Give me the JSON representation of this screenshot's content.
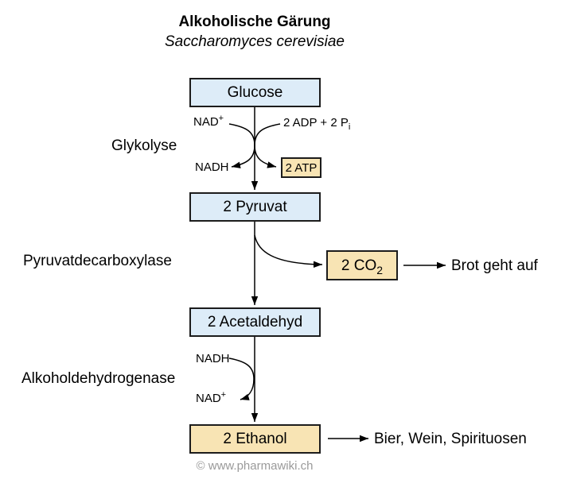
{
  "title": "Alkoholische Gärung",
  "subtitle": "Saccharomyces cerevisiae",
  "enzymes": {
    "glykolyse": "Glykolyse",
    "pyruvatdecarboxylase": "Pyruvatdecarboxylase",
    "alkoholdehydrogenase": "Alkoholdehydrogenase"
  },
  "nodes": {
    "glucose": "Glucose",
    "pyruvat": "2 Pyruvat",
    "acetaldehyd": "2 Acetaldehyd",
    "ethanol": "2 Ethanol",
    "atp": "2 ATP",
    "co2_base": "2 CO",
    "co2_sub": "2"
  },
  "cofactors": {
    "nad_in_base": "NAD",
    "nad_in_sup": "+",
    "adp_base": "2 ADP + 2 P",
    "adp_sub": "i",
    "nadh_out": "NADH",
    "nadh_in": "NADH",
    "nad_out_base": "NAD",
    "nad_out_sup": "+"
  },
  "outputs": {
    "bread": "Brot geht auf",
    "drinks": "Bier, Wein, Spirituosen"
  },
  "footer": "© www.pharmawiki.ch",
  "colors": {
    "educt_fill": "#ddecf8",
    "product_fill": "#f8e4b4",
    "border": "#1c1c1c",
    "arrow": "#000000",
    "footer_text": "#9a9a9a"
  }
}
